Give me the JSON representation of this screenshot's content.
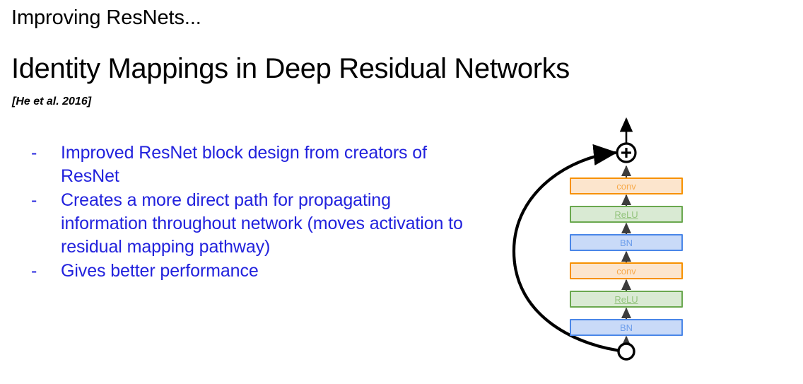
{
  "slide": {
    "kicker": "Improving ResNets...",
    "title": "Identity Mappings in Deep Residual Networks",
    "citation": "[He et al. 2016]",
    "bullet_marker": "-",
    "bullets": [
      "Improved ResNet block design from creators of ResNet",
      "Creates a more direct path for propagating information throughout network (moves activation to residual mapping pathway)",
      "Gives better performance"
    ],
    "text_color": "#2222DD",
    "heading_color": "#000000"
  },
  "diagram": {
    "name": "pre-activation-residual-block",
    "blocks": [
      {
        "label": "conv",
        "type": "conv"
      },
      {
        "label": "ReLU",
        "type": "relu"
      },
      {
        "label": "BN",
        "type": "bn"
      },
      {
        "label": "conv",
        "type": "conv"
      },
      {
        "label": "ReLU",
        "type": "relu"
      },
      {
        "label": "BN",
        "type": "bn"
      }
    ],
    "add_node_symbol": "+",
    "colors": {
      "conv_fill": "#FCE5CD",
      "conv_border": "#F79100",
      "conv_text": "#F7A94B",
      "relu_fill": "#D9EAD3",
      "relu_border": "#6AA84F",
      "relu_text": "#93C47D",
      "bn_fill": "#C9DAF8",
      "bn_border": "#4A86E8",
      "bn_text": "#6D9EEB",
      "arrow": "#000000",
      "inner_arrow": "#3C3C3C"
    }
  }
}
